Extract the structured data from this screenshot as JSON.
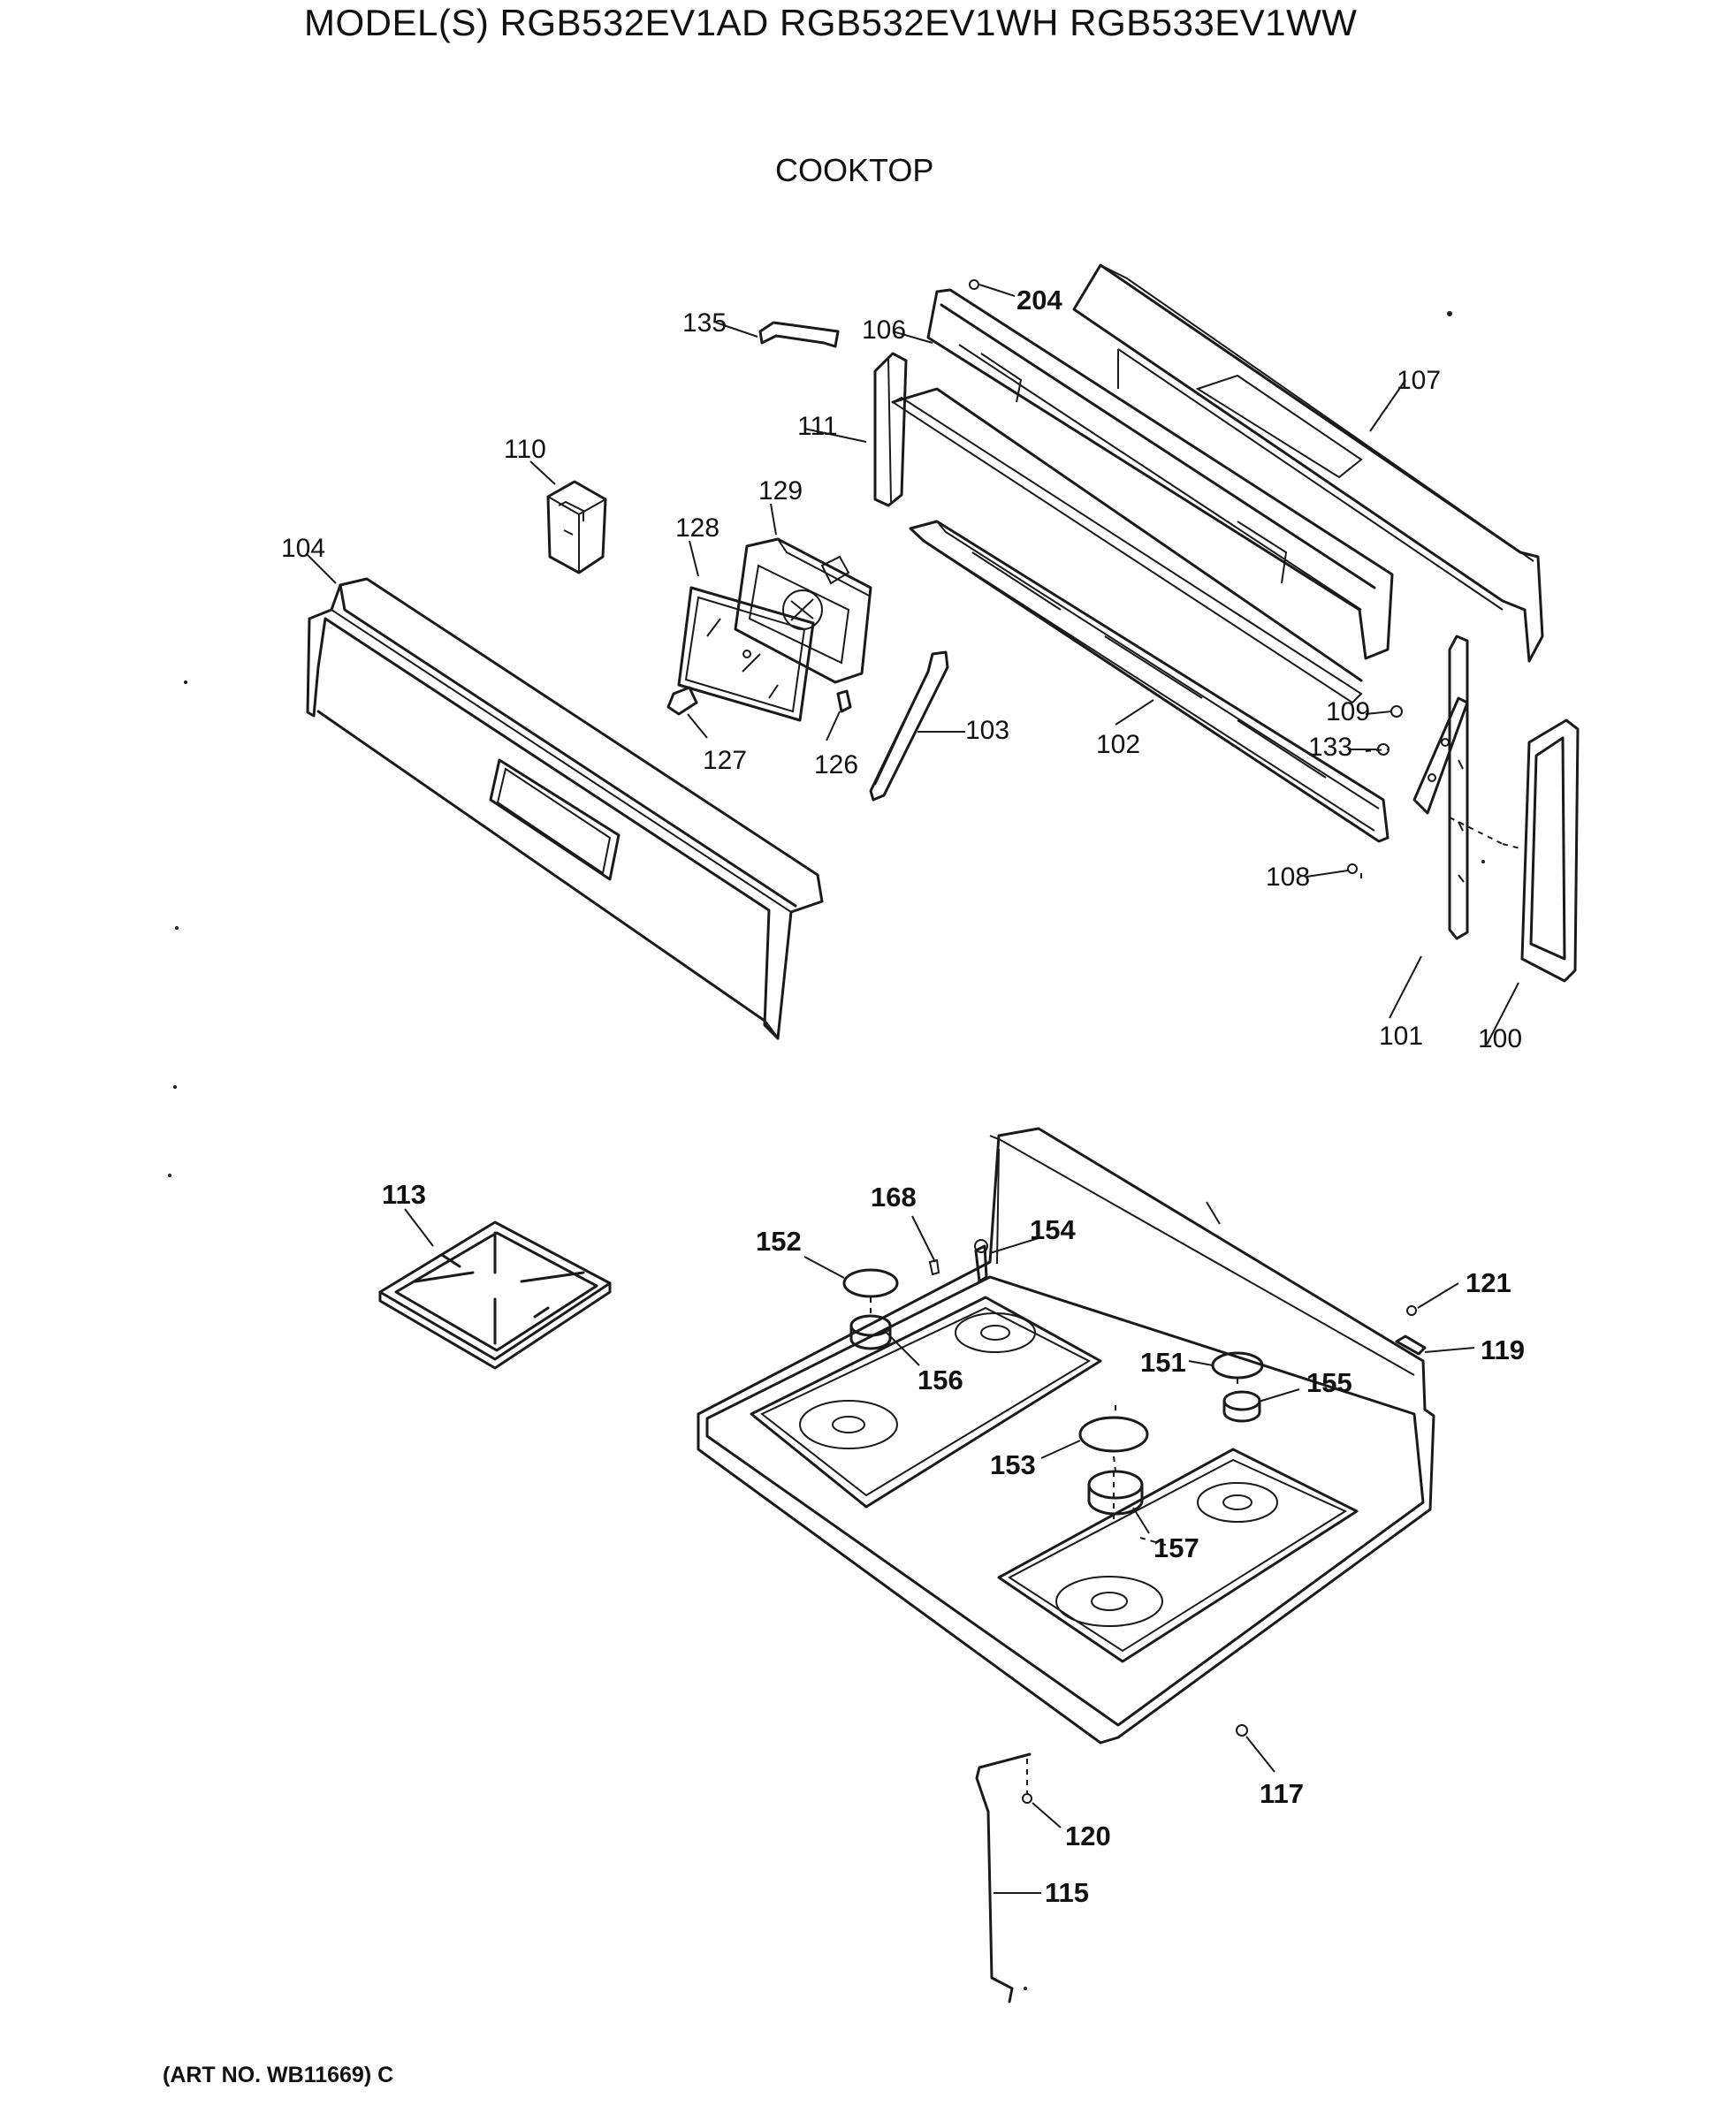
{
  "header": {
    "model_title": "MODEL(S) RGB532EV1AD  RGB532EV1WH  RGB533EV1WW",
    "section_title": "COOKTOP"
  },
  "footer": {
    "art_no": "(ART NO. WB11669) C"
  },
  "callouts": [
    {
      "id": "p204",
      "label": "204"
    },
    {
      "id": "p135",
      "label": "135"
    },
    {
      "id": "p106",
      "label": "106"
    },
    {
      "id": "p107",
      "label": "107"
    },
    {
      "id": "p111",
      "label": "111"
    },
    {
      "id": "p110",
      "label": "110"
    },
    {
      "id": "p129",
      "label": "129"
    },
    {
      "id": "p128",
      "label": "128"
    },
    {
      "id": "p104",
      "label": "104"
    },
    {
      "id": "p127",
      "label": "127"
    },
    {
      "id": "p126",
      "label": "126"
    },
    {
      "id": "p103",
      "label": "103"
    },
    {
      "id": "p102",
      "label": "102"
    },
    {
      "id": "p109",
      "label": "109"
    },
    {
      "id": "p133",
      "label": "133"
    },
    {
      "id": "p108",
      "label": "108"
    },
    {
      "id": "p101",
      "label": "101"
    },
    {
      "id": "p100",
      "label": "100"
    },
    {
      "id": "p113",
      "label": "113"
    },
    {
      "id": "p168",
      "label": "168"
    },
    {
      "id": "p152",
      "label": "152"
    },
    {
      "id": "p154",
      "label": "154"
    },
    {
      "id": "p156",
      "label": "156"
    },
    {
      "id": "p121",
      "label": "121"
    },
    {
      "id": "p119",
      "label": "119"
    },
    {
      "id": "p151",
      "label": "151"
    },
    {
      "id": "p155",
      "label": "155"
    },
    {
      "id": "p153",
      "label": "153"
    },
    {
      "id": "p157",
      "label": "157"
    },
    {
      "id": "p117",
      "label": "117"
    },
    {
      "id": "p120",
      "label": "120"
    },
    {
      "id": "p115",
      "label": "115"
    }
  ]
}
